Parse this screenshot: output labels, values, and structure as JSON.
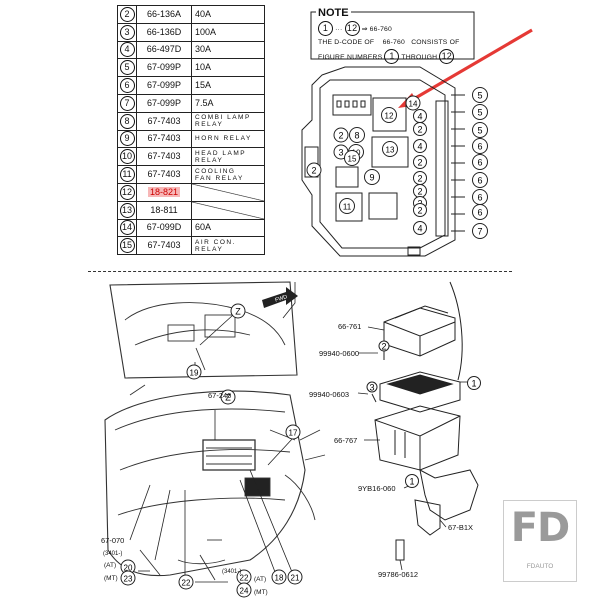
{
  "parts_table": [
    {
      "num": "2",
      "code": "66-136A",
      "desc": [
        "40A"
      ]
    },
    {
      "num": "3",
      "code": "66-136D",
      "desc": [
        "100A"
      ]
    },
    {
      "num": "4",
      "code": "66-497D",
      "desc": [
        "30A"
      ]
    },
    {
      "num": "5",
      "code": "67-099P",
      "desc": [
        "10A"
      ]
    },
    {
      "num": "6",
      "code": "67-099P",
      "desc": [
        "15A"
      ]
    },
    {
      "num": "7",
      "code": "67-099P",
      "desc": [
        "7.5A"
      ]
    },
    {
      "num": "8",
      "code": "67-7403",
      "desc": [
        "COMBI LAMP",
        "RELAY"
      ]
    },
    {
      "num": "9",
      "code": "67-7403",
      "desc": [
        "HORN RELAY"
      ]
    },
    {
      "num": "10",
      "code": "67-7403",
      "desc": [
        "HEAD LAMP",
        "RELAY"
      ]
    },
    {
      "num": "11",
      "code": "67-7403",
      "desc": [
        "COOLING",
        "FAN RELAY"
      ]
    },
    {
      "num": "12",
      "code": "18-821",
      "desc": [],
      "highlight": true
    },
    {
      "num": "13",
      "code": "18-811",
      "desc": []
    },
    {
      "num": "14",
      "code": "67-099D",
      "desc": [
        "60A"
      ]
    },
    {
      "num": "15",
      "code": "67-7403",
      "desc": [
        "AIR CON.",
        "RELAY"
      ]
    }
  ],
  "note": {
    "title": "NOTE",
    "line1_from": "1",
    "line1_to": "12",
    "line1_code": "66-760",
    "line2": "THE D-CODE OF    66-760   CONSISTS OF",
    "line3_pre": "FIGURE NUMBERS",
    "line3_from": "1",
    "line3_mid": "THROUGH",
    "line3_to": "12"
  },
  "fusebox": {
    "left_callouts": [
      "2",
      "3",
      "2",
      "14"
    ],
    "inner": [
      "12",
      "8",
      "10",
      "13",
      "15",
      "9",
      "9",
      "11"
    ],
    "column": [
      "4",
      "2",
      "4",
      "2",
      "2",
      "2",
      "2",
      "2",
      "4"
    ],
    "right_callouts": [
      "5",
      "5",
      "5",
      "6",
      "6",
      "6",
      "6",
      "6",
      "7"
    ]
  },
  "lower": {
    "z_label": "Z",
    "fwd_label": "FWD",
    "left_callouts": [
      "19",
      "17",
      "20",
      "23",
      "22",
      "22",
      "24",
      "18",
      "21"
    ],
    "codes": {
      "harness": "67-240",
      "bracket_left": "67-070",
      "cover": "66-761",
      "bolt_top": "99940-0600",
      "bolt_mid": "99940-0603",
      "box": "66-767",
      "clip": "9YB16-060",
      "bracket": "67-B1X",
      "bolt_bottom": "99786-0612"
    },
    "right_callouts": [
      "2",
      "3",
      "1",
      "1"
    ],
    "at_mt": {
      "a_code": "(3401-)",
      "a_at": "(AT)",
      "a_mt": "(MT)",
      "b_code": "(3401-)",
      "b_at": "(AT)",
      "b_mt": "(MT)"
    }
  },
  "watermark": {
    "logo": "FD",
    "sub": "FDAUTO"
  },
  "colors": {
    "arrow": "#e53935",
    "highlight_bg": "#f7b7b7",
    "highlight_text": "#c00"
  }
}
